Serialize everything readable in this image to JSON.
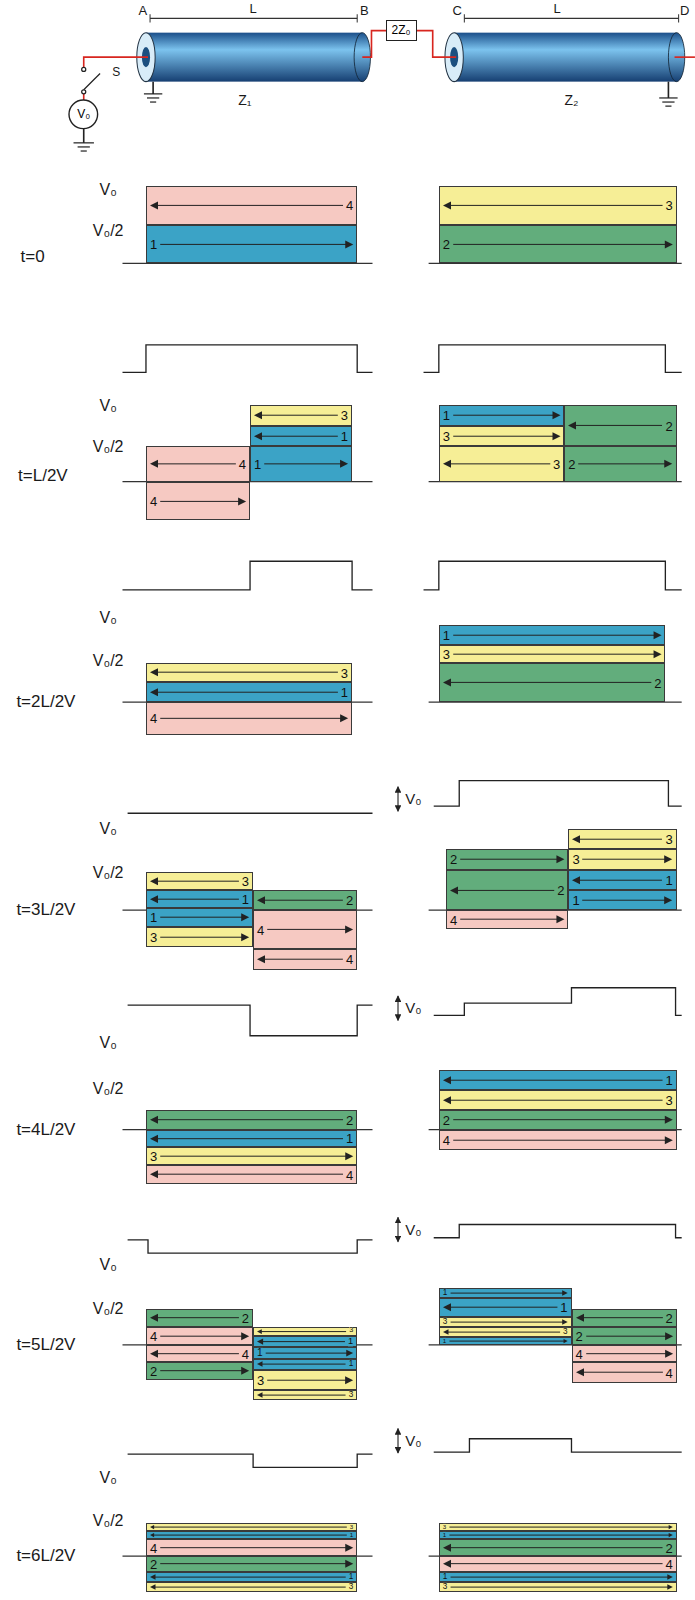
{
  "diagram": {
    "nodes": [
      {
        "text": [
          "2Z₀"
        ]
      },
      {
        "text": [
          "V₀"
        ]
      },
      {
        "text": [
          "4"
        ]
      },
      {
        "text": [
          "1"
        ]
      },
      {
        "text": [
          "3"
        ]
      },
      {
        "text": [
          "2"
        ]
      },
      {
        "text": [
          "3"
        ]
      },
      {
        "text": [
          "1"
        ]
      },
      {
        "text": [
          "4"
        ]
      },
      {
        "text": [
          "1"
        ]
      },
      {
        "text": [
          "4"
        ]
      },
      {
        "text": [
          "1"
        ]
      },
      {
        "text": [
          "2"
        ]
      },
      {
        "text": [
          "3"
        ]
      },
      {
        "text": [
          "3"
        ]
      },
      {
        "text": [
          "2"
        ]
      },
      {
        "text": [
          "3"
        ]
      },
      {
        "text": [
          "1"
        ]
      },
      {
        "text": [
          "4"
        ]
      },
      {
        "text": [
          "1"
        ]
      },
      {
        "text": [
          "3"
        ]
      },
      {
        "text": [
          "2"
        ]
      },
      {
        "text": [
          "3"
        ]
      },
      {
        "text": [
          "1"
        ]
      },
      {
        "text": [
          "2"
        ]
      },
      {
        "text": [
          "1"
        ]
      },
      {
        "text": [
          "4"
        ]
      },
      {
        "text": [
          "3"
        ]
      },
      {
        "text": [
          "4"
        ]
      },
      {
        "text": [
          "3"
        ]
      },
      {
        "text": [
          "2"
        ]
      },
      {
        "text": [
          "3"
        ]
      },
      {
        "text": [
          "2"
        ]
      },
      {
        "text": [
          "1"
        ]
      },
      {
        "text": [
          "1"
        ]
      },
      {
        "text": [
          "4"
        ]
      },
      {
        "text": [
          "2"
        ]
      },
      {
        "text": [
          "1"
        ]
      },
      {
        "text": [
          "3"
        ]
      },
      {
        "text": [
          "4"
        ]
      },
      {
        "text": [
          "1"
        ]
      },
      {
        "text": [
          "3"
        ]
      },
      {
        "text": [
          "2"
        ]
      },
      {
        "text": [
          "4"
        ]
      },
      {
        "text": [
          "2"
        ]
      },
      {
        "text": [
          "4"
        ]
      },
      {
        "text": [
          "4"
        ]
      },
      {
        "text": [
          "2"
        ]
      },
      {
        "text": [
          "3"
        ]
      },
      {
        "text": [
          "1"
        ]
      },
      {
        "text": [
          "1"
        ]
      },
      {
        "text": [
          "1"
        ]
      },
      {
        "text": [
          "3"
        ]
      },
      {
        "text": [
          "3"
        ]
      },
      {
        "text": [
          "1"
        ]
      },
      {
        "text": [
          "1"
        ]
      },
      {
        "text": [
          "3"
        ]
      },
      {
        "text": [
          "3"
        ]
      },
      {
        "text": [
          "1"
        ]
      },
      {
        "text": [
          "2"
        ]
      },
      {
        "text": [
          "2"
        ]
      },
      {
        "text": [
          "4"
        ]
      },
      {
        "text": [
          "4"
        ]
      },
      {
        "text": [
          "3"
        ]
      },
      {
        "text": [
          "1"
        ]
      },
      {
        "text": [
          "4"
        ]
      },
      {
        "text": [
          "2"
        ]
      },
      {
        "text": [
          "1"
        ]
      },
      {
        "text": [
          "3"
        ]
      },
      {
        "text": [
          "3"
        ]
      },
      {
        "text": [
          "1"
        ]
      },
      {
        "text": [
          "2"
        ]
      },
      {
        "text": [
          "4"
        ]
      },
      {
        "text": [
          "1"
        ]
      },
      {
        "text": [
          "3"
        ]
      }
    ],
    "labels": [
      "A",
      "L",
      "B",
      "C",
      "L",
      "D",
      "S",
      "Z₁",
      "Z₂",
      "V₀",
      "V₀/2",
      "t=0",
      "V₀",
      "V₀/2",
      "t=L/2V",
      "V₀",
      "V₀/2",
      "t=2L/2V",
      "V₀",
      "V₀",
      "V₀/2",
      "t=3L/2V",
      "V₀",
      "V₀",
      "V₀/2",
      "t=4L/2V",
      "V₀",
      "V₀",
      "V₀/2",
      "t=5L/2V",
      "V₀",
      "V₀",
      "V₀/2",
      "t=6L/2V"
    ]
  }
}
